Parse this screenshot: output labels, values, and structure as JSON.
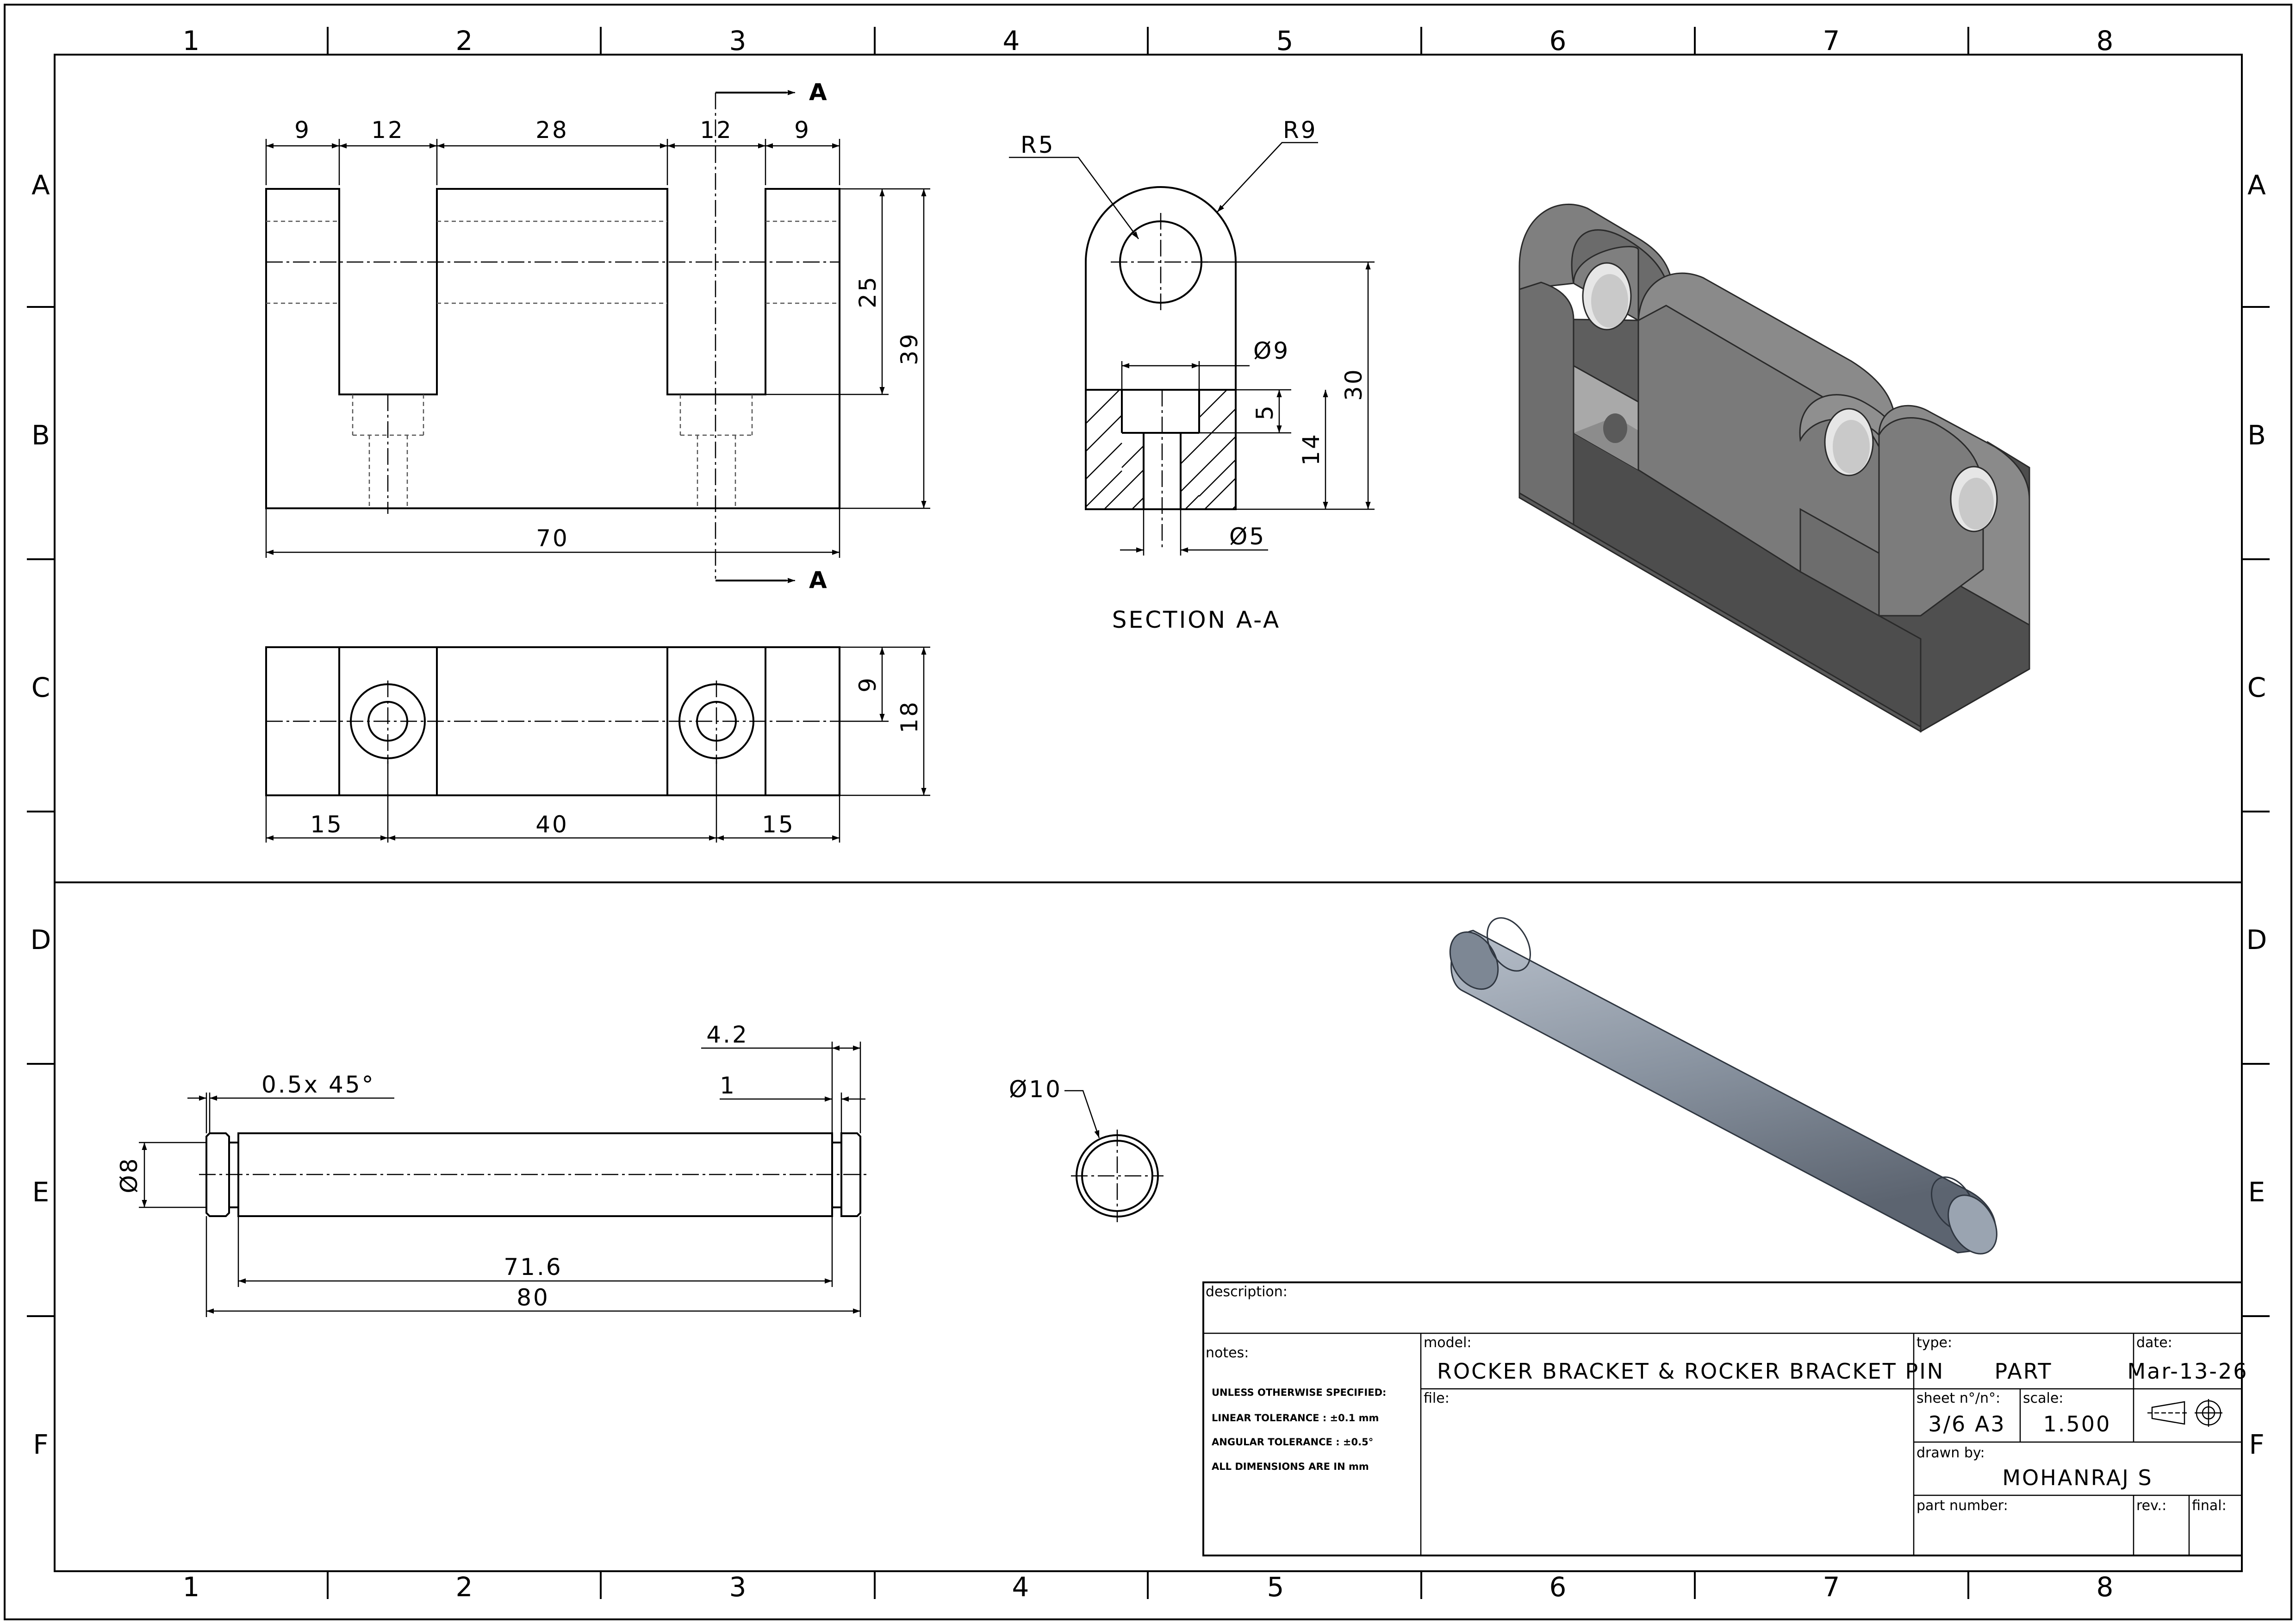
{
  "zones": {
    "columns": [
      "1",
      "2",
      "3",
      "4",
      "5",
      "6",
      "7",
      "8"
    ],
    "rows": [
      "A",
      "B",
      "C",
      "D",
      "E",
      "F"
    ]
  },
  "bracket_front": {
    "dims": {
      "d9a": "9",
      "d12a": "12",
      "d28": "28",
      "d12b": "12",
      "d9b": "9",
      "d25": "25",
      "d39": "39",
      "d70": "70"
    },
    "section_mark": "A"
  },
  "bracket_top": {
    "dims": {
      "d9": "9",
      "d18": "18",
      "d15a": "15",
      "d40": "40",
      "d15b": "15"
    }
  },
  "section_view": {
    "title": "SECTION A-A",
    "dims": {
      "r5": "R5",
      "r9": "R9",
      "dia9": "Ø9",
      "d5": "5",
      "d14": "14",
      "d30": "30",
      "dia5": "Ø5"
    }
  },
  "pin_view": {
    "dims": {
      "d4_2": "4.2",
      "chamfer": "0.5x 45°",
      "d1": "1",
      "dia8": "Ø8",
      "d71_6": "71.6",
      "d80": "80"
    }
  },
  "pin_end": {
    "dims": {
      "dia10": "Ø10"
    }
  },
  "title_block": {
    "description_label": "description:",
    "notes_label": "notes:",
    "notes": [
      "UNLESS OTHERWISE SPECIFIED:",
      "LINEAR TOLERANCE : ±0.1 mm",
      "ANGULAR TOLERANCE : ±0.5°",
      "ALL DIMENSIONS ARE IN mm"
    ],
    "model_label": "model:",
    "model": "ROCKER BRACKET & ROCKER BRACKET PIN",
    "file_label": "file:",
    "type_label": "type:",
    "type": "PART",
    "date_label": "date:",
    "date": "Mar-13-26",
    "sheet_label": "sheet n°/n°:",
    "sheet": "3/6 A3",
    "scale_label": "scale:",
    "scale": "1.500",
    "drawn_label": "drawn by:",
    "drawn_by": "MOHANRAJ S",
    "part_label": "part number:",
    "rev_label": "rev.:",
    "final_label": "final:"
  }
}
